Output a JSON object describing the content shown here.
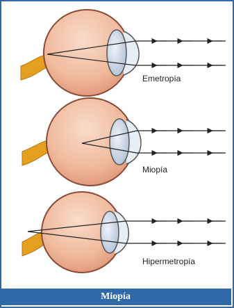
{
  "labels": {
    "emmetropia": "Emetropía",
    "myopia": "Miopía",
    "hyperopia": "Hipermetropía"
  },
  "caption": "Miopía",
  "colors": {
    "frame": "#2f69a8",
    "caption_bg": "#2f69a8",
    "caption_text": "#ffffff",
    "eyeball": "#f2c2a6",
    "eyeball_edge": "#8a4a35",
    "optic_nerve": "#e3a01f",
    "lens": "#c7d5e6",
    "ray": "#222222"
  }
}
